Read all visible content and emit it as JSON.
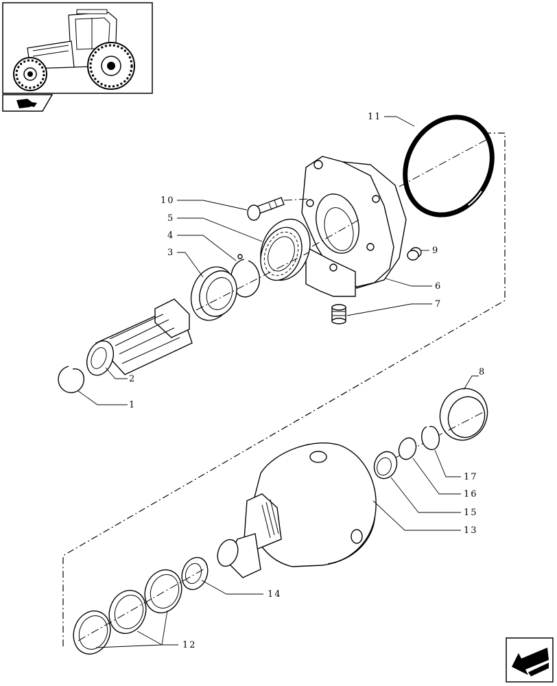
{
  "diagram": {
    "callouts": [
      {
        "id": "1",
        "text": "1"
      },
      {
        "id": "2",
        "text": "2"
      },
      {
        "id": "3",
        "text": "3"
      },
      {
        "id": "4",
        "text": "4"
      },
      {
        "id": "5",
        "text": "5"
      },
      {
        "id": "6",
        "text": "6"
      },
      {
        "id": "7",
        "text": "7"
      },
      {
        "id": "8",
        "text": "8"
      },
      {
        "id": "9",
        "text": "9"
      },
      {
        "id": "10",
        "text": "10"
      },
      {
        "id": "11",
        "text": "11"
      },
      {
        "id": "12",
        "text": "12"
      },
      {
        "id": "13",
        "text": "13"
      },
      {
        "id": "14",
        "text": "14"
      },
      {
        "id": "15",
        "text": "15"
      },
      {
        "id": "16",
        "text": "16"
      },
      {
        "id": "17",
        "text": "17"
      }
    ]
  },
  "icons": {
    "thumbnail": "tractor-thumbnail-icon",
    "catalog": "catalog-book-icon",
    "navigation": "navigate-back-arrow-icon"
  }
}
